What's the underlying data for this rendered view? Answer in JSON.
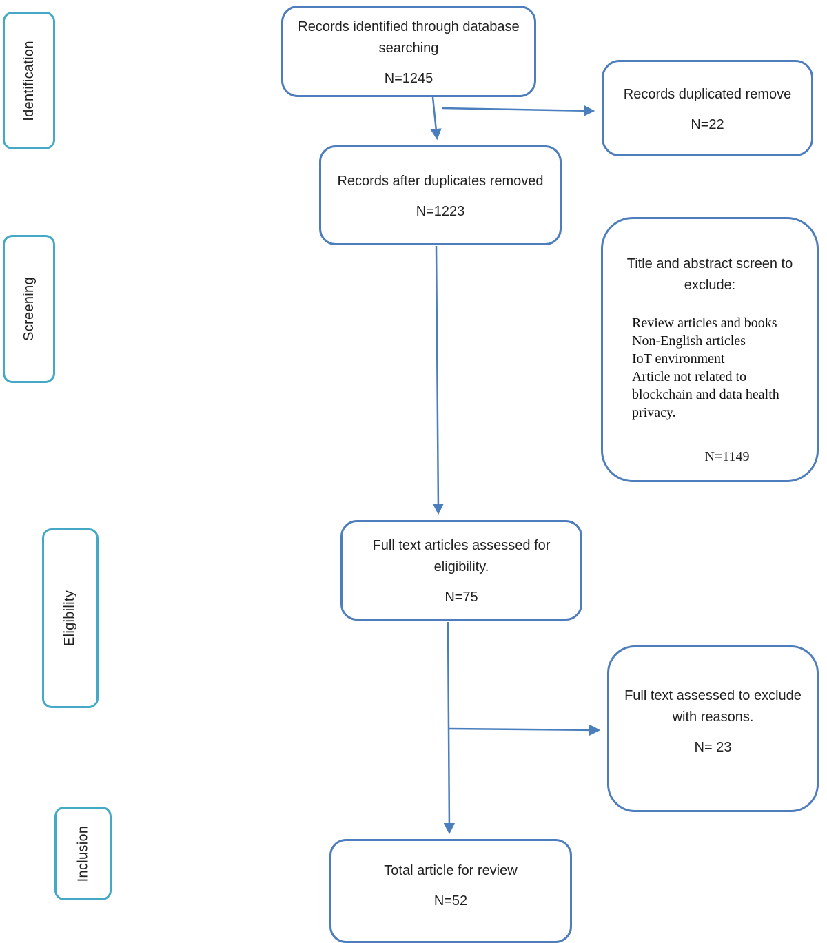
{
  "colors": {
    "flow_border_blue": "#4e7dbd",
    "connector_blue": "#4a7ebc",
    "stage_border_teal": "#45a9c6",
    "text": "#212121"
  },
  "stages": [
    {
      "label": "Identification"
    },
    {
      "label": "Screening"
    },
    {
      "label": "Eligibility"
    },
    {
      "label": "Inclusion"
    }
  ],
  "boxes": {
    "identified": {
      "title": "Records identified through database searching",
      "n": "N=1245"
    },
    "duplicated": {
      "title": "Records duplicated remove",
      "n": "N=22"
    },
    "after_duplicates": {
      "title": "Records after duplicates removed",
      "n": "N=1223"
    },
    "title_abstract_exclude": {
      "title": "Title and abstract screen to exclude:",
      "reasons": [
        "Review articles and books",
        "Non-English articles",
        "IoT environment",
        "Article not related to blockchain and data health privacy."
      ],
      "n": "N=1149"
    },
    "full_text_assessed": {
      "title": "Full text articles assessed for eligibility.",
      "n": "N=75"
    },
    "full_text_excluded": {
      "title": "Full text assessed to exclude with reasons.",
      "n": "N= 23"
    },
    "total_review": {
      "title": "Total article for review",
      "n": "N=52"
    }
  }
}
